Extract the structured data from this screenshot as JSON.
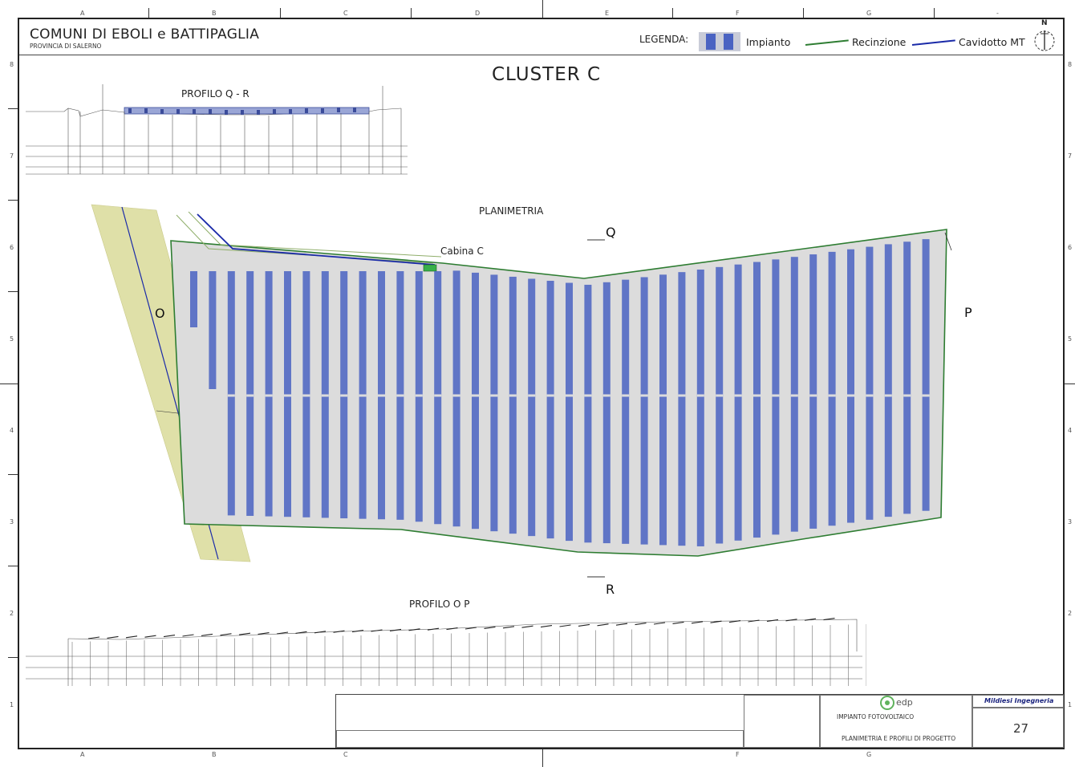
{
  "header": {
    "title": "COMUNI DI EBOLI e BATTIPAGLIA",
    "subtitle": "PROVINCIA DI SALERNO"
  },
  "legend": {
    "title": "LEGENDA:",
    "items": [
      {
        "label": "Impianto",
        "color": "#4a63c2"
      },
      {
        "label": "Recinzione",
        "color": "#2e7d32"
      },
      {
        "label": "Cavidotto MT",
        "color": "#1a2aa8"
      }
    ]
  },
  "north_label": "N",
  "cluster_title": "CLUSTER  C",
  "profile_qr": {
    "title": "PROFILO   Q - R"
  },
  "profile_op": {
    "title": "PROFILO   O   P"
  },
  "planimetria": {
    "title": "PLANIMETRIA",
    "cabin_label": "Cabina C",
    "section_letters": {
      "q": "Q",
      "r": "R",
      "o": "O",
      "p": "P"
    }
  },
  "grid_refs": {
    "columns": [
      "A",
      "B",
      "C",
      "D",
      "E",
      "F",
      "G",
      "-"
    ],
    "rows": [
      "8",
      "7",
      "6",
      "5",
      "4",
      "3",
      "2",
      "1"
    ]
  },
  "title_block": {
    "company": "Mildiesi Ingegneria",
    "logo_text": "edp",
    "project": "IMPIANTO FOTOVOLTAICO",
    "drawing": "PLANIMETRIA E PROFILI DI PROGETTO",
    "sheet_number": "27"
  },
  "colors": {
    "fence": "#2e7d32",
    "cable": "#1a2aa8",
    "panel": "#4a63c2",
    "site_fill": "#dcdcdc",
    "road": "#dfe0a8"
  }
}
